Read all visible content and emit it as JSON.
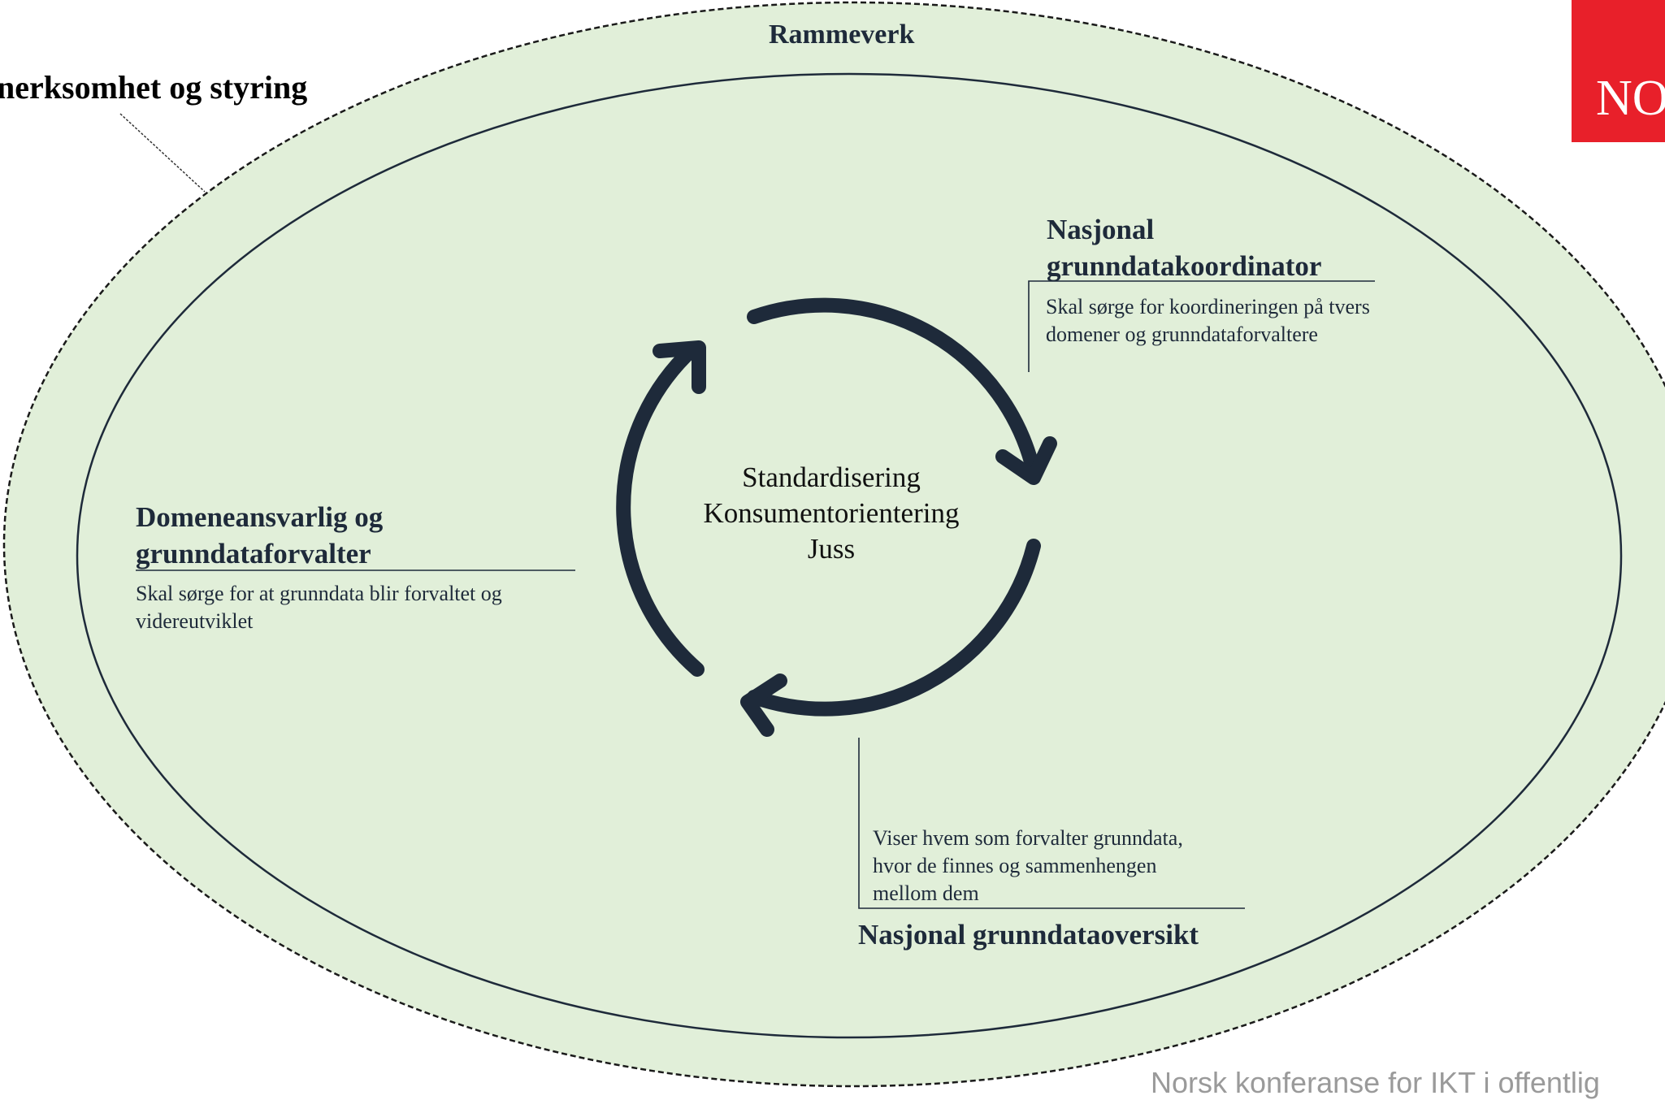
{
  "outer_label": "Rammeverk",
  "left_label": "nerksomhet og styring",
  "center_lines": [
    "Standardisering",
    "Konsumentorientering",
    "Juss"
  ],
  "roles": {
    "coordinator": {
      "title_line1": "Nasjonal",
      "title_line2": "grunndatakoordinator",
      "description": "Skal sørge for koordineringen på tvers domener og grunndataforvaltere"
    },
    "domain": {
      "title_line1": "Domeneansvarlig og",
      "title_line2": "grunndataforvalter",
      "description": "Skal sørge for at grunndata blir forvaltet og videreutviklet"
    },
    "overview": {
      "title": "Nasjonal grunndataoversikt",
      "description": "Viser hvem som forvalter grunndata, hvor de finnes og sammenhengen mellom dem"
    }
  },
  "badge_text": "NO",
  "footer_text": "Norsk konferanse for IKT i offentlig",
  "colors": {
    "ellipse_fill": "#e1efd9",
    "navy": "#1e2a3a",
    "badge_red": "#e8202a",
    "footer_grey": "#9a9a9a"
  }
}
